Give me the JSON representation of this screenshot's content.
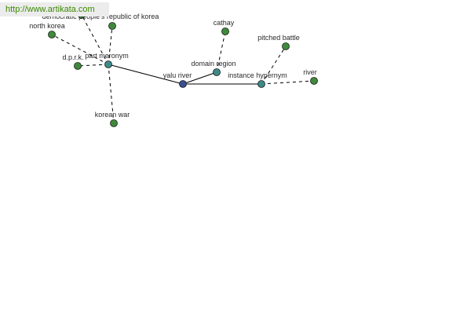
{
  "watermark": {
    "text": "http://www.artikata.com"
  },
  "colors": {
    "watermark_text": "#3a8a00",
    "watermark_bg": "#ececec",
    "edge": "#000000",
    "label": "#2a2a2a",
    "center_node": "#3b4f8f",
    "relation_node": "#3e8a88",
    "term_node": "#3f8a3a",
    "node_stroke": "#1a1a1a"
  },
  "graph": {
    "nodes": [
      {
        "id": "yalu_river",
        "label": "yalu river",
        "kind": "center"
      },
      {
        "id": "part_meronym",
        "label": "part meronym",
        "kind": "relation"
      },
      {
        "id": "domain_region",
        "label": "domain region",
        "kind": "relation"
      },
      {
        "id": "instance_hypernym",
        "label": "instance hypernym",
        "kind": "relation"
      },
      {
        "id": "north_korea",
        "label": "north korea",
        "kind": "term"
      },
      {
        "id": "dprk",
        "label": "d.p.r.k.",
        "kind": "term"
      },
      {
        "id": "democratic_peoples_republic",
        "label": "democratic people's republic of korea",
        "kind": "term"
      },
      {
        "id": "korean_peninsula_hidden",
        "label": "",
        "kind": "term"
      },
      {
        "id": "korean_war",
        "label": "korean war",
        "kind": "term"
      },
      {
        "id": "cathay",
        "label": "cathay",
        "kind": "term"
      },
      {
        "id": "pitched_battle",
        "label": "pitched battle",
        "kind": "term"
      },
      {
        "id": "river",
        "label": "river",
        "kind": "term"
      }
    ],
    "edges": [
      {
        "from": "yalu_river",
        "to": "part_meronym",
        "style": "solid"
      },
      {
        "from": "yalu_river",
        "to": "domain_region",
        "style": "solid"
      },
      {
        "from": "yalu_river",
        "to": "instance_hypernym",
        "style": "solid"
      },
      {
        "from": "part_meronym",
        "to": "north_korea",
        "style": "dashed"
      },
      {
        "from": "part_meronym",
        "to": "dprk",
        "style": "dashed"
      },
      {
        "from": "part_meronym",
        "to": "democratic_peoples_republic",
        "style": "dashed"
      },
      {
        "from": "part_meronym",
        "to": "korean_peninsula_hidden",
        "style": "dashed"
      },
      {
        "from": "part_meronym",
        "to": "korean_war",
        "style": "dashed"
      },
      {
        "from": "domain_region",
        "to": "cathay",
        "style": "dashed"
      },
      {
        "from": "instance_hypernym",
        "to": "pitched_battle",
        "style": "dashed"
      },
      {
        "from": "instance_hypernym",
        "to": "river",
        "style": "dashed"
      }
    ]
  }
}
